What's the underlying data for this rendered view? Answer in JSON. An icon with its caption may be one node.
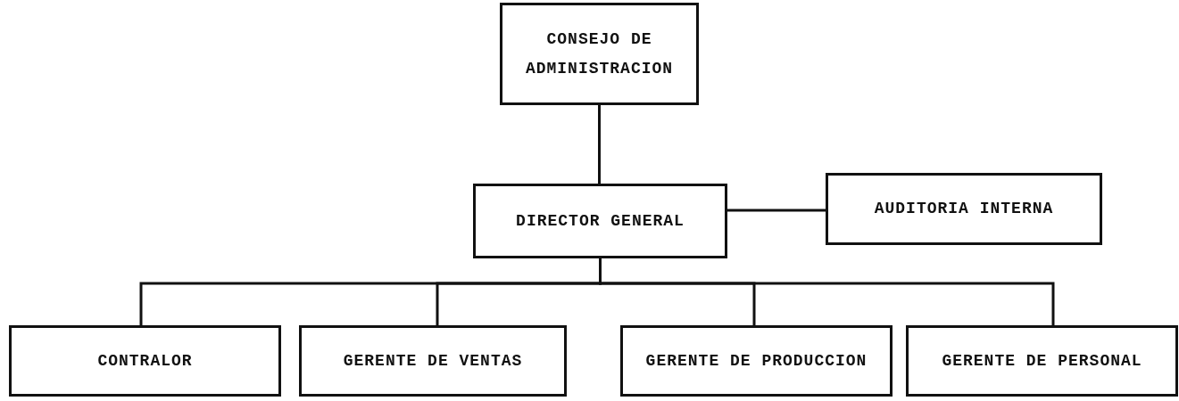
{
  "diagram": {
    "nodes": [
      {
        "text": [
          "CONSEJO DE ADMINISTRACION"
        ]
      },
      {
        "text": [
          "DIRECTOR GENERAL"
        ]
      },
      {
        "text": [
          "AUDITORIA INTERNA"
        ]
      },
      {
        "text": [
          "CONTRALOR"
        ]
      },
      {
        "text": [
          "GERENTE DE VENTAS"
        ]
      },
      {
        "text": [
          "GERENTE DE PRODUCCION"
        ]
      },
      {
        "text": [
          "GERENTE DE PERSONAL"
        ]
      }
    ],
    "edges": [
      {
        "from": 0,
        "to": 1,
        "arrow": "none"
      },
      {
        "from": 1,
        "to": 2,
        "arrow": "none"
      },
      {
        "from": 1,
        "to": 3,
        "arrow": "none"
      },
      {
        "from": 1,
        "to": 4,
        "arrow": "none"
      },
      {
        "from": 1,
        "to": 5,
        "arrow": "none"
      },
      {
        "from": 1,
        "to": 6,
        "arrow": "none"
      }
    ]
  }
}
